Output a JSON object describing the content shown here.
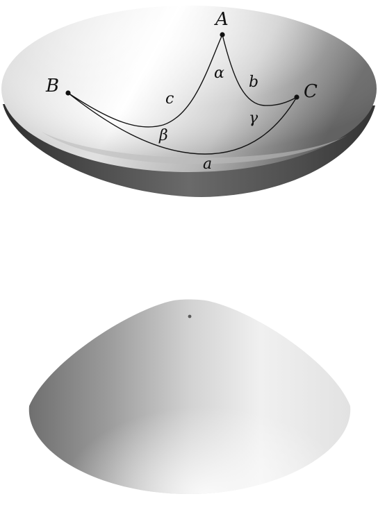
{
  "figure": {
    "top_surface": "bowl",
    "bottom_surface": "cone",
    "surface_colors": {
      "light": "#f4f4f4",
      "mid": "#cfcfcf",
      "dark": "#5e5e5e"
    },
    "vertices": {
      "A": "A",
      "B": "B",
      "C": "C"
    },
    "sides": {
      "a": "a",
      "b": "b",
      "c": "c"
    },
    "angles": {
      "alpha": "α",
      "beta": "β",
      "gamma": "γ"
    }
  }
}
